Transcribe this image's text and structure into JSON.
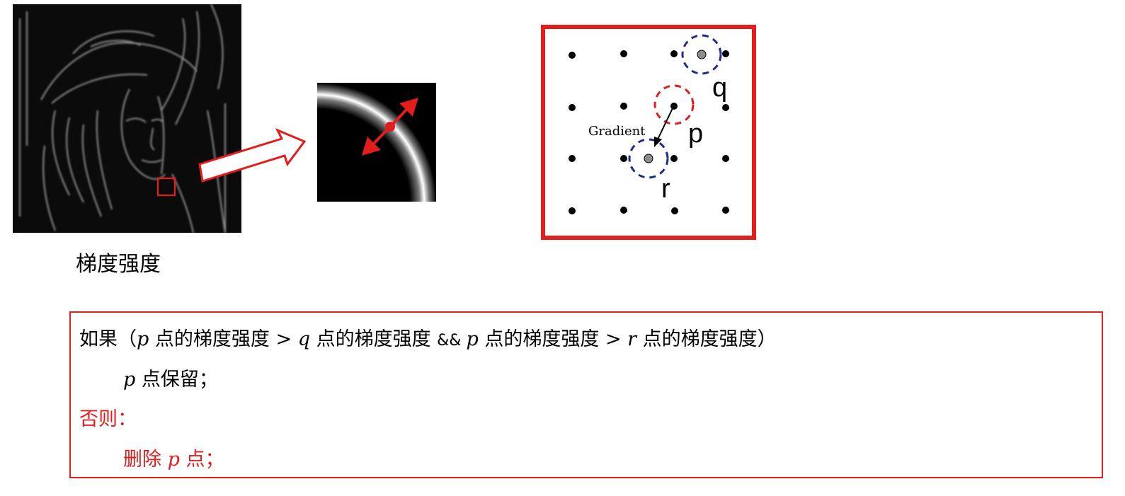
{
  "photo": {
    "caption": "梯度强度"
  },
  "grid": {
    "gradient_label": "Gradient",
    "point_q": "q",
    "point_p": "p",
    "point_r": "r"
  },
  "rule": {
    "line1": {
      "if": "如果（",
      "p1": "p",
      "t1": " 点的梯度强度 ",
      "gt1": " > ",
      "q": "q",
      "t2": " 点的梯度强度 ",
      "and": " && ",
      "p2": "p",
      "t3": " 点的梯度强度 ",
      "gt2": " > ",
      "r": "r",
      "t4": " 点的梯度强度）"
    },
    "line2": {
      "p": "p",
      "text": " 点保留；"
    },
    "line3": {
      "text": "否则："
    },
    "line4": {
      "pre": "删除 ",
      "p": "p",
      "post": " 点；"
    }
  },
  "colors": {
    "accent_red": "#e31c1c",
    "dashed_blue": "#1f2a8a",
    "dot_black": "#000000",
    "dot_gray": "#8c8c8c"
  }
}
